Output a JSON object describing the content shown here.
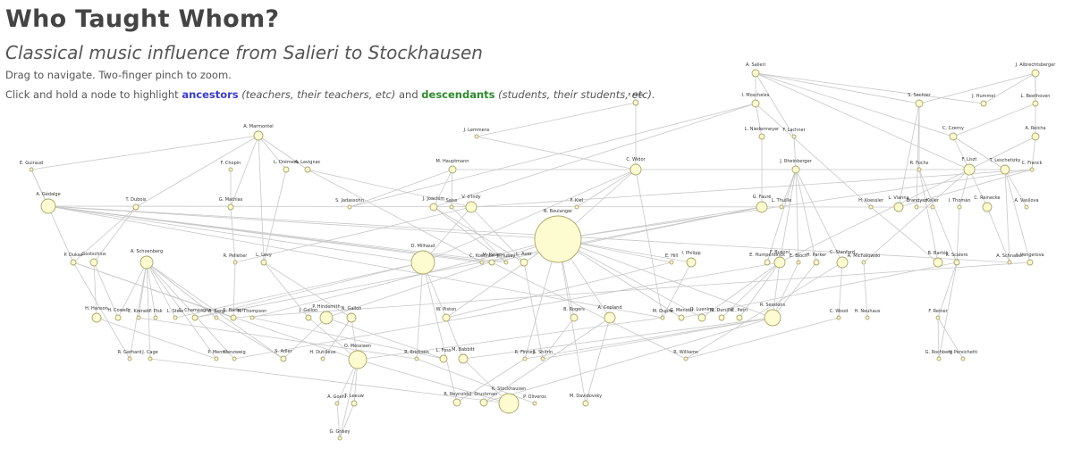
{
  "header": {
    "title": "Who Taught Whom?",
    "subtitle": "Classical music influence from Salieri to Stockhausen",
    "instructions_1": "Drag to navigate. Two-finger pinch to zoom.",
    "instructions_2_prefix": "Click and hold a node to highlight",
    "ancestors_label": "ancestors",
    "ancestors_note": "(teachers, their teachers, etc)",
    "and_word": "and",
    "descendants_label": "descendants",
    "descendants_note": "(students, their students, etc)."
  },
  "graph": {
    "nodes": [
      {
        "id": "salieri",
        "label": "A. Salieri"
      },
      {
        "id": "albrechts",
        "label": "J. Albrechtsberger"
      },
      {
        "id": "moscheles",
        "label": "I. Moscheles"
      },
      {
        "id": "sechter",
        "label": "S. Sechter"
      },
      {
        "id": "hummel",
        "label": "J. Hummel"
      },
      {
        "id": "beethoven",
        "label": "L. Beethoven"
      },
      {
        "id": "fetis",
        "label": "F. Fétis"
      },
      {
        "id": "lemmens",
        "label": "J. Lemmens"
      },
      {
        "id": "niedermeyer",
        "label": "L. Niedermeyer"
      },
      {
        "id": "lachner",
        "label": "F. Lachner"
      },
      {
        "id": "czerny",
        "label": "C. Czerny"
      },
      {
        "id": "reicha",
        "label": "A. Reicha"
      },
      {
        "id": "marmontel",
        "label": "A. Marmontel"
      },
      {
        "id": "guiraud",
        "label": "E. Guiraud"
      },
      {
        "id": "chopin",
        "label": "F. Chopin"
      },
      {
        "id": "dremera",
        "label": "L. Drémera"
      },
      {
        "id": "lavignac",
        "label": "A. Lavignac"
      },
      {
        "id": "hauptmann",
        "label": "M. Hauptmann"
      },
      {
        "id": "widor",
        "label": "C. Widor"
      },
      {
        "id": "rheinberger",
        "label": "J. Rheinberger"
      },
      {
        "id": "fuchs",
        "label": "R. Fuchs"
      },
      {
        "id": "liszt",
        "label": "F. Liszt"
      },
      {
        "id": "leschetizky",
        "label": "T. Leschetizky"
      },
      {
        "id": "franck",
        "label": "C. Franck"
      },
      {
        "id": "gedalge",
        "label": "A. Gédalge"
      },
      {
        "id": "dubois",
        "label": "T. Dubois"
      },
      {
        "id": "mathias",
        "label": "G. Mathias"
      },
      {
        "id": "jadassohn",
        "label": "S. Jadassohn"
      },
      {
        "id": "joachim",
        "label": "J. Joachim"
      },
      {
        "id": "saiss",
        "label": "Saiss"
      },
      {
        "id": "dindy",
        "label": "V. d'Indy"
      },
      {
        "id": "klel",
        "label": "F. Kiel"
      },
      {
        "id": "boulanger",
        "label": "N. Boulanger"
      },
      {
        "id": "faure",
        "label": "G. Fauré"
      },
      {
        "id": "thuille",
        "label": "L. Thuille"
      },
      {
        "id": "koessler",
        "label": "H. Koessler"
      },
      {
        "id": "vianna",
        "label": "L. Vianna"
      },
      {
        "id": "brandysz",
        "label": "Brandysz"
      },
      {
        "id": "keller",
        "label": "Keller"
      },
      {
        "id": "thoman",
        "label": "I. Thomán"
      },
      {
        "id": "reinecke",
        "label": "C. Reinecke"
      },
      {
        "id": "vassilova",
        "label": "A. Vasilova"
      },
      {
        "id": "milhaud",
        "label": "D. Milhaud"
      },
      {
        "id": "koechlin",
        "label": "C. Koechlin"
      },
      {
        "id": "ravel",
        "label": "M. Ravel"
      },
      {
        "id": "hubay",
        "label": "J. Hubay"
      },
      {
        "id": "auer",
        "label": "L. Auer"
      },
      {
        "id": "dukas",
        "label": "P. Dukas"
      },
      {
        "id": "gostschius",
        "label": "Gostschius"
      },
      {
        "id": "schoenberg",
        "label": "A. Schoenberg"
      },
      {
        "id": "pelletier",
        "label": "R. Pelletier"
      },
      {
        "id": "levy",
        "label": "L. Levy"
      },
      {
        "id": "hill",
        "label": "E. Hill"
      },
      {
        "id": "philipp",
        "label": "I. Philipp"
      },
      {
        "id": "humperdinck",
        "label": "E. Humperdinck"
      },
      {
        "id": "busoni",
        "label": "F. Busoni"
      },
      {
        "id": "bloch",
        "label": "E. Bloch"
      },
      {
        "id": "parker",
        "label": "H. Parker"
      },
      {
        "id": "stanford",
        "label": "C. Stanford"
      },
      {
        "id": "michalowski",
        "label": "A. Michalowski"
      },
      {
        "id": "bartok",
        "label": "B. Bartók"
      },
      {
        "id": "scalero",
        "label": "R. Scalero"
      },
      {
        "id": "schnabel",
        "label": "A. Schnabel"
      },
      {
        "id": "vengerova",
        "label": "I. Vengerova"
      },
      {
        "id": "hanson",
        "label": "H. Hanson"
      },
      {
        "id": "cowell",
        "label": "H. Cowell"
      },
      {
        "id": "krenek",
        "label": "E. Krenek"
      },
      {
        "id": "pisk",
        "label": "P. Pisk"
      },
      {
        "id": "stein",
        "label": "L. Stein"
      },
      {
        "id": "champagne",
        "label": "C. Champagne"
      },
      {
        "id": "berg",
        "label": "A. Berg"
      },
      {
        "id": "barber",
        "label": "S. Barber"
      },
      {
        "id": "thompson",
        "label": "R. Thompson"
      },
      {
        "id": "jgallon",
        "label": "J. Gallon"
      },
      {
        "id": "hindemith",
        "label": "P. Hindemith"
      },
      {
        "id": "ngallon",
        "label": "N. Gallon"
      },
      {
        "id": "piston",
        "label": "W. Piston"
      },
      {
        "id": "rogers",
        "label": "B. Rogers"
      },
      {
        "id": "copland",
        "label": "A. Copland"
      },
      {
        "id": "dupre",
        "label": "M. Dupré"
      },
      {
        "id": "menotti",
        "label": "G. Menotti"
      },
      {
        "id": "luening",
        "label": "O. Luening"
      },
      {
        "id": "durufle",
        "label": "M. Duruflé"
      },
      {
        "id": "petri",
        "label": "E. Petri"
      },
      {
        "id": "sessions",
        "label": "R. Sessions"
      },
      {
        "id": "wood",
        "label": "C. Wood"
      },
      {
        "id": "neuhaus",
        "label": "H. Neuhaus"
      },
      {
        "id": "reiner",
        "label": "F. Reiner"
      },
      {
        "id": "gerhard",
        "label": "R. Gerhard"
      },
      {
        "id": "cage",
        "label": "J. Cage"
      },
      {
        "id": "menn",
        "label": "P. Menn"
      },
      {
        "id": "wenzweig",
        "label": "Wenzweig"
      },
      {
        "id": "adler",
        "label": "S. Adler"
      },
      {
        "id": "dutilleux",
        "label": "H. Dutilleux"
      },
      {
        "id": "messiaen",
        "label": "O. Messiaen"
      },
      {
        "id": "erickson",
        "label": "R. Erickson"
      },
      {
        "id": "foss",
        "label": "L. Foss"
      },
      {
        "id": "babbitt",
        "label": "M. Babbitt"
      },
      {
        "id": "finney",
        "label": "R. Finney"
      },
      {
        "id": "shifrin",
        "label": "S. Shifrin"
      },
      {
        "id": "williams",
        "label": "R. Williams"
      },
      {
        "id": "rochberg",
        "label": "G. Rochberg"
      },
      {
        "id": "persichetti",
        "label": "V. Persichetti"
      },
      {
        "id": "goehr",
        "label": "A. Goehr"
      },
      {
        "id": "leeuw",
        "label": "T. Leeuw"
      },
      {
        "id": "reynolds",
        "label": "R. Reynolds"
      },
      {
        "id": "druckman",
        "label": "J. Druckman"
      },
      {
        "id": "stockhausen",
        "label": "K. Stockhausen"
      },
      {
        "id": "oliveros",
        "label": "P. Oliveros"
      },
      {
        "id": "davidovsky",
        "label": "M. Davidovsky"
      },
      {
        "id": "grisey",
        "label": "G. Grisey"
      }
    ],
    "edges": [
      [
        "salieri",
        "moscheles"
      ],
      [
        "salieri",
        "liszt"
      ],
      [
        "salieri",
        "czerny"
      ],
      [
        "salieri",
        "hummel"
      ],
      [
        "salieri",
        "lachner"
      ],
      [
        "salieri",
        "sechter"
      ],
      [
        "albrechts",
        "beethoven"
      ],
      [
        "albrechts",
        "hummel"
      ],
      [
        "albrechts",
        "reicha"
      ],
      [
        "albrechts",
        "sechter"
      ],
      [
        "beethoven",
        "czerny"
      ],
      [
        "czerny",
        "liszt"
      ],
      [
        "czerny",
        "leschetizky"
      ],
      [
        "reicha",
        "franck"
      ],
      [
        "reicha",
        "liszt"
      ],
      [
        "moscheles",
        "niedermeyer"
      ],
      [
        "moscheles",
        "joachim"
      ],
      [
        "moscheles",
        "jadassohn"
      ],
      [
        "moscheles",
        "koessler"
      ],
      [
        "sechter",
        "fuchs"
      ],
      [
        "sechter",
        "brandysz"
      ],
      [
        "sechter",
        "vianna"
      ],
      [
        "niedermeyer",
        "faure"
      ],
      [
        "lachner",
        "rheinberger"
      ],
      [
        "fetis",
        "lemmens"
      ],
      [
        "fetis",
        "widor"
      ],
      [
        "lemmens",
        "widor"
      ],
      [
        "marmontel",
        "guiraud"
      ],
      [
        "marmontel",
        "dremera"
      ],
      [
        "marmontel",
        "lavignac"
      ],
      [
        "marmontel",
        "mathias"
      ],
      [
        "marmontel",
        "dubois"
      ],
      [
        "marmontel",
        "levy"
      ],
      [
        "guiraud",
        "gedalge"
      ],
      [
        "guiraud",
        "dukas"
      ],
      [
        "chopin",
        "mathias"
      ],
      [
        "mathias",
        "pelletier"
      ],
      [
        "dremera",
        "levy"
      ],
      [
        "lavignac",
        "dindy"
      ],
      [
        "lavignac",
        "koechlin"
      ],
      [
        "hauptmann",
        "jadassohn"
      ],
      [
        "hauptmann",
        "joachim"
      ],
      [
        "hauptmann",
        "saiss"
      ],
      [
        "widor",
        "boulanger"
      ],
      [
        "widor",
        "milhaud"
      ],
      [
        "widor",
        "dupre"
      ],
      [
        "widor",
        "klel"
      ],
      [
        "franck",
        "dindy"
      ],
      [
        "franck",
        "boulanger"
      ],
      [
        "franck",
        "vianna"
      ],
      [
        "rheinberger",
        "thuille"
      ],
      [
        "rheinberger",
        "humperdinck"
      ],
      [
        "rheinberger",
        "parker"
      ],
      [
        "rheinberger",
        "bloch"
      ],
      [
        "rheinberger",
        "stanford"
      ],
      [
        "rheinberger",
        "busoni"
      ],
      [
        "fuchs",
        "scalero"
      ],
      [
        "fuchs",
        "bartok"
      ],
      [
        "liszt",
        "reinecke"
      ],
      [
        "liszt",
        "thoman"
      ],
      [
        "liszt",
        "michalowski"
      ],
      [
        "liszt",
        "busoni"
      ],
      [
        "liszt",
        "leschetizky"
      ],
      [
        "leschetizky",
        "schnabel"
      ],
      [
        "leschetizky",
        "vengerova"
      ],
      [
        "leschetizky",
        "vassilova"
      ],
      [
        "gedalge",
        "milhaud"
      ],
      [
        "gedalge",
        "ravel"
      ],
      [
        "gedalge",
        "koechlin"
      ],
      [
        "gedalge",
        "boulanger"
      ],
      [
        "gedalge",
        "dupre"
      ],
      [
        "gedalge",
        "hubay"
      ],
      [
        "dubois",
        "dukas"
      ],
      [
        "dubois",
        "gostschius"
      ],
      [
        "joachim",
        "auer"
      ],
      [
        "joachim",
        "hubay"
      ],
      [
        "saiss",
        "hubay"
      ],
      [
        "dindy",
        "milhaud"
      ],
      [
        "dindy",
        "auer"
      ],
      [
        "dindy",
        "pelletier"
      ],
      [
        "faure",
        "boulanger"
      ],
      [
        "faure",
        "ravel"
      ],
      [
        "faure",
        "koechlin"
      ],
      [
        "koessler",
        "bartok"
      ],
      [
        "brandysz",
        "keller"
      ],
      [
        "reinecke",
        "schnabel"
      ],
      [
        "thoman",
        "scalero"
      ],
      [
        "boulanger",
        "copland"
      ],
      [
        "boulanger",
        "piston"
      ],
      [
        "boulanger",
        "thompson"
      ],
      [
        "boulanger",
        "rogers"
      ],
      [
        "boulanger",
        "luening"
      ],
      [
        "boulanger",
        "sessions"
      ],
      [
        "boulanger",
        "finney"
      ],
      [
        "boulanger",
        "menotti"
      ],
      [
        "boulanger",
        "hill"
      ],
      [
        "boulanger",
        "philipp"
      ],
      [
        "boulanger",
        "glass"
      ],
      [
        "boulanger",
        "hindemith"
      ],
      [
        "boulanger",
        "davidovsky"
      ],
      [
        "milhaud",
        "reynolds"
      ],
      [
        "milhaud",
        "stein"
      ],
      [
        "milhaud",
        "piston"
      ],
      [
        "milhaud",
        "champagne"
      ],
      [
        "milhaud",
        "erickson"
      ],
      [
        "ravel",
        "williams"
      ],
      [
        "koechlin",
        "champagne"
      ],
      [
        "auer",
        "shifrin"
      ],
      [
        "dukas",
        "messiaen"
      ],
      [
        "dukas",
        "barber"
      ],
      [
        "dukas",
        "gerhard"
      ],
      [
        "gostschius",
        "cowell"
      ],
      [
        "gostschius",
        "hanson"
      ],
      [
        "schoenberg",
        "cage"
      ],
      [
        "schoenberg",
        "berg"
      ],
      [
        "schoenberg",
        "krenek"
      ],
      [
        "schoenberg",
        "pisk"
      ],
      [
        "schoenberg",
        "stein"
      ],
      [
        "schoenberg",
        "gerhard"
      ],
      [
        "schoenberg",
        "wenzweig"
      ],
      [
        "schoenberg",
        "adler"
      ],
      [
        "schoenberg",
        "cowell"
      ],
      [
        "schoenberg",
        "menn"
      ],
      [
        "pelletier",
        "barber"
      ],
      [
        "levy",
        "jgallon"
      ],
      [
        "levy",
        "ngallon"
      ],
      [
        "hill",
        "piston"
      ],
      [
        "philipp",
        "dupre"
      ],
      [
        "busoni",
        "luening"
      ],
      [
        "busoni",
        "petri"
      ],
      [
        "busoni",
        "durufle"
      ],
      [
        "busoni",
        "sessions"
      ],
      [
        "busoni",
        "wenzweig"
      ],
      [
        "bloch",
        "sessions"
      ],
      [
        "parker",
        "sessions"
      ],
      [
        "stanford",
        "williams"
      ],
      [
        "stanford",
        "wood"
      ],
      [
        "michalowski",
        "neuhaus"
      ],
      [
        "scalero",
        "rochberg"
      ],
      [
        "scalero",
        "menotti"
      ],
      [
        "scalero",
        "reiner"
      ],
      [
        "vengerova",
        "barber"
      ],
      [
        "vengerova",
        "bernstein"
      ],
      [
        "hanson",
        "menn"
      ],
      [
        "krenek",
        "erickson"
      ],
      [
        "berg",
        "adler"
      ],
      [
        "thompson",
        "foss"
      ],
      [
        "hindemith",
        "foss"
      ],
      [
        "hindemith",
        "adler"
      ],
      [
        "ngallon",
        "dutilleux"
      ],
      [
        "ngallon",
        "messiaen"
      ],
      [
        "jgallon",
        "messiaen"
      ],
      [
        "piston",
        "babbitt"
      ],
      [
        "rogers",
        "shifrin"
      ],
      [
        "copland",
        "druckman"
      ],
      [
        "copland",
        "davidovsky"
      ],
      [
        "dupre",
        "messiaen"
      ],
      [
        "sessions",
        "babbitt"
      ],
      [
        "sessions",
        "finney"
      ],
      [
        "sessions",
        "druckman"
      ],
      [
        "sessions",
        "shifrin"
      ],
      [
        "wood",
        "williams"
      ],
      [
        "reiner",
        "rochberg"
      ],
      [
        "reiner",
        "persichetti"
      ],
      [
        "messiaen",
        "goehr"
      ],
      [
        "messiaen",
        "leeuw"
      ],
      [
        "messiaen",
        "stockhausen"
      ],
      [
        "messiaen",
        "grisey"
      ],
      [
        "erickson",
        "oliveros"
      ],
      [
        "babbitt",
        "stockhausen"
      ],
      [
        "finney",
        "reynolds"
      ],
      [
        "cage",
        "stockhausen"
      ],
      [
        "goehr",
        "grisey"
      ],
      [
        "leeuw",
        "grisey"
      ],
      [
        "schnabel",
        "gedalge"
      ],
      [
        "vianna",
        "gedalge"
      ],
      [
        "liszt",
        "hauptmann"
      ]
    ]
  }
}
